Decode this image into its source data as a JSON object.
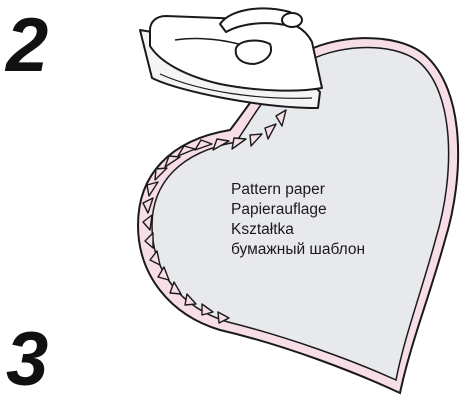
{
  "steps": {
    "first": "2",
    "second": "3"
  },
  "labels": {
    "line_1": "Pattern paper",
    "line_2": "Papierauflage",
    "line_3": "Kształtka",
    "line_4": "бумажный шаблон"
  },
  "icons": {
    "iron": "iron-icon"
  },
  "colors": {
    "fabric_fill": "#f7dde6",
    "paper_fill": "#e7e9ec",
    "outline": "#1a1a1a"
  }
}
